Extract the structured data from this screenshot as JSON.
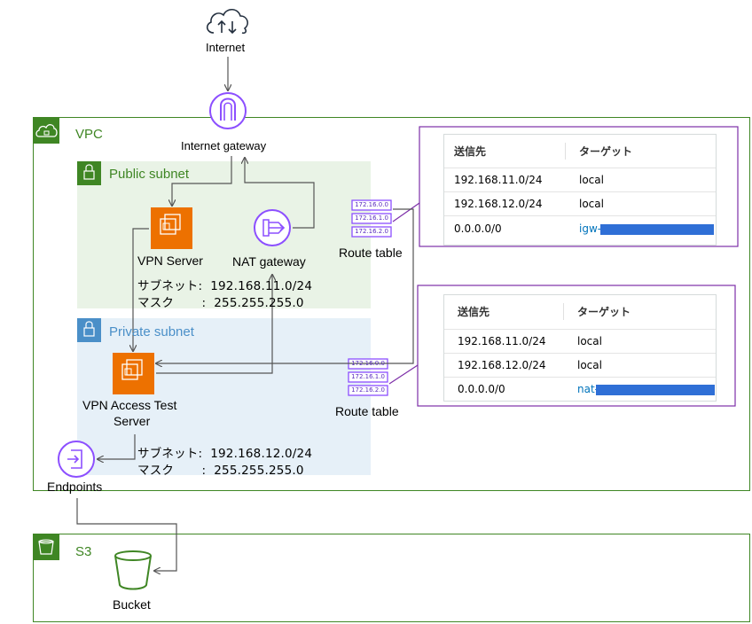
{
  "internet": {
    "label": "Internet"
  },
  "igw": {
    "label": "Internet gateway"
  },
  "vpc": {
    "label": "VPC"
  },
  "public_subnet": {
    "label": "Public subnet",
    "vpn_server": "VPN Server",
    "nat_gateway": "NAT gateway",
    "route_table": "Route table",
    "subnet_line": "サブネット:  192.168.11.0/24",
    "mask_line": "マスク       :  255.255.255.0"
  },
  "private_subnet": {
    "label": "Private subnet",
    "vpn_test_line1": "VPN Access Test",
    "vpn_test_line2": "Server",
    "route_table": "Route table",
    "subnet_line": "サブネット:  192.168.12.0/24",
    "mask_line": "マスク       :  255.255.255.0"
  },
  "endpoints": {
    "label": "Endpoints"
  },
  "s3": {
    "label": "S3",
    "bucket": "Bucket"
  },
  "route_icon_rows": [
    "172.16.0.0",
    "172.16.1.0",
    "172.16.2.0"
  ],
  "public_route_table": {
    "headers": [
      "送信先",
      "ターゲット"
    ],
    "rows": [
      [
        "192.168.11.0/24",
        "local"
      ],
      [
        "192.168.12.0/24",
        "local"
      ],
      [
        "0.0.0.0/0",
        "igw-"
      ]
    ]
  },
  "private_route_table": {
    "headers": [
      "送信先",
      "ターゲット"
    ],
    "rows": [
      [
        "192.168.11.0/24",
        "local"
      ],
      [
        "192.168.12.0/24",
        "local"
      ],
      [
        "0.0.0.0/0",
        "nat-"
      ]
    ]
  },
  "colors": {
    "vpc_green": "#3f8624",
    "public_fill": "#e9f3e6",
    "private_fill": "#e6f0f8",
    "private_blue": "#4a8fc8",
    "compute_orange": "#ed7100",
    "network_purple": "#8c4fff",
    "table_border": "#7d2ea8",
    "link_blue": "#0073bb",
    "redaction_blue": "#2f6fd6"
  }
}
